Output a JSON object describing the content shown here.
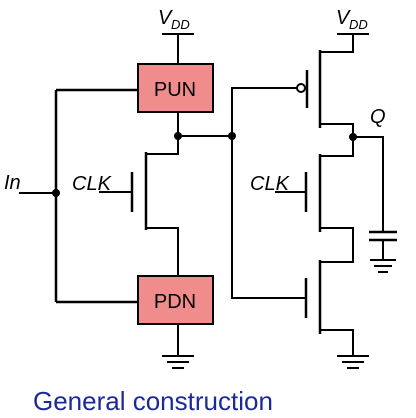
{
  "labels": {
    "vdd_left_main": "V",
    "vdd_left_sub": "DD",
    "vdd_right_main": "V",
    "vdd_right_sub": "DD",
    "pun": "PUN",
    "pdn": "PDN",
    "input": "In",
    "clk_left": "CLK",
    "clk_right": "CLK",
    "output": "Q"
  },
  "caption": "General construction",
  "colors": {
    "block_fill": "#f08c8c",
    "caption": "#1c2a99"
  }
}
